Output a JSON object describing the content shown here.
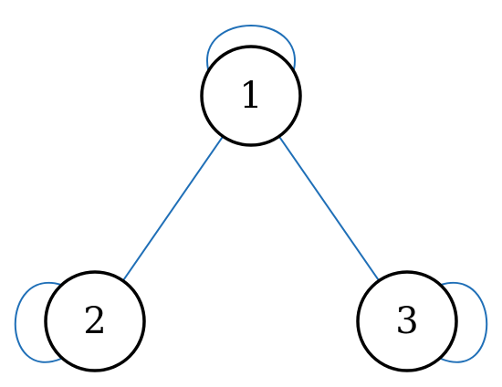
{
  "graph": {
    "colors": {
      "edge": "#1f6fb7",
      "node_stroke": "#000000",
      "node_fill": "#ffffff",
      "label": "#000000"
    },
    "nodes": [
      {
        "id": "1",
        "label": "1"
      },
      {
        "id": "2",
        "label": "2"
      },
      {
        "id": "3",
        "label": "3"
      }
    ],
    "edges": [
      {
        "from": "1",
        "to": "2"
      },
      {
        "from": "1",
        "to": "3"
      }
    ],
    "self_loops": [
      "1",
      "2",
      "3"
    ]
  }
}
